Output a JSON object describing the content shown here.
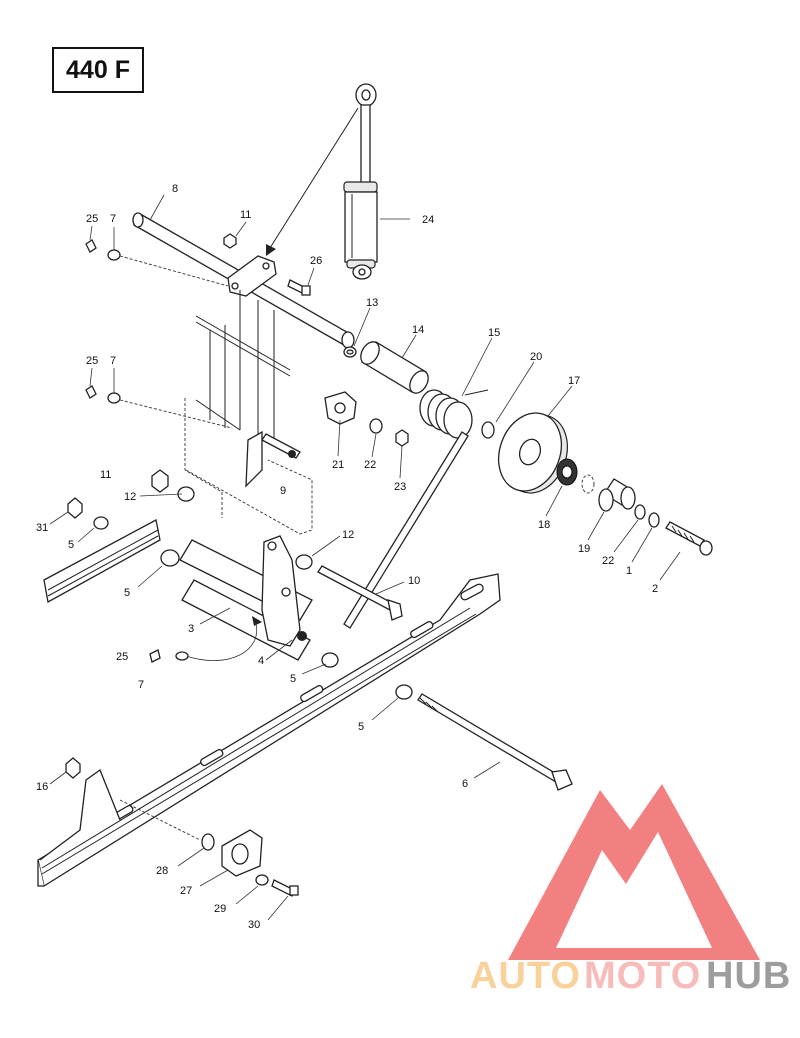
{
  "diagram": {
    "model_label": "440 F",
    "watermark": {
      "text_a": "AUTO",
      "text_b": "MOTO",
      "text_c": "HUB",
      "color_a": "#F9C98A",
      "color_b": "#F6B0AE",
      "color_c": "#8C8C8C",
      "triangle_color": "#F26B6B"
    },
    "callouts": [
      {
        "id": "c8",
        "text": "8"
      },
      {
        "id": "c25a",
        "text": "25"
      },
      {
        "id": "c7a",
        "text": "7"
      },
      {
        "id": "c11a",
        "text": "11"
      },
      {
        "id": "c24",
        "text": "24"
      },
      {
        "id": "c26",
        "text": "26"
      },
      {
        "id": "c13",
        "text": "13"
      },
      {
        "id": "c14",
        "text": "14"
      },
      {
        "id": "c15",
        "text": "15"
      },
      {
        "id": "c20",
        "text": "20"
      },
      {
        "id": "c17",
        "text": "17"
      },
      {
        "id": "c25b",
        "text": "25"
      },
      {
        "id": "c7b",
        "text": "7"
      },
      {
        "id": "c21",
        "text": "21"
      },
      {
        "id": "c22a",
        "text": "22"
      },
      {
        "id": "c23",
        "text": "23"
      },
      {
        "id": "c9",
        "text": "9"
      },
      {
        "id": "c11b",
        "text": "11"
      },
      {
        "id": "c12a",
        "text": "12"
      },
      {
        "id": "c31",
        "text": "31"
      },
      {
        "id": "c5a",
        "text": "5"
      },
      {
        "id": "c18",
        "text": "18"
      },
      {
        "id": "c19",
        "text": "19"
      },
      {
        "id": "c22b",
        "text": "22"
      },
      {
        "id": "c1",
        "text": "1"
      },
      {
        "id": "c2",
        "text": "2"
      },
      {
        "id": "c12b",
        "text": "12"
      },
      {
        "id": "c5b",
        "text": "5"
      },
      {
        "id": "c10",
        "text": "10"
      },
      {
        "id": "c3",
        "text": "3"
      },
      {
        "id": "c25c",
        "text": "25"
      },
      {
        "id": "c4",
        "text": "4"
      },
      {
        "id": "c7c",
        "text": "7"
      },
      {
        "id": "c5c",
        "text": "5"
      },
      {
        "id": "c5d",
        "text": "5"
      },
      {
        "id": "c6",
        "text": "6"
      },
      {
        "id": "c16",
        "text": "16"
      },
      {
        "id": "c28",
        "text": "28"
      },
      {
        "id": "c27",
        "text": "27"
      },
      {
        "id": "c29",
        "text": "29"
      },
      {
        "id": "c30",
        "text": "30"
      }
    ]
  }
}
